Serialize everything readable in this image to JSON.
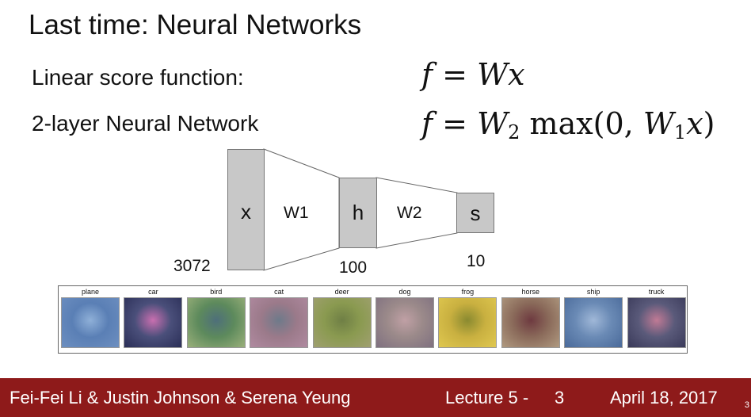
{
  "slide": {
    "title": "Last time: Neural Networks",
    "linear_label": "Linear score function:",
    "two_layer_label": "2-layer Neural Network"
  },
  "formulas": {
    "linear": {
      "lhs": "f",
      "eq": "=",
      "rhs_w": "W",
      "rhs_x": "x"
    },
    "two_layer": {
      "lhs": "f",
      "eq": "=",
      "w2": "W",
      "w2_sub": "2",
      "max": "max(0,",
      "w1": "W",
      "w1_sub": "1",
      "x": "x",
      "close": ")"
    }
  },
  "diagram": {
    "x_label": "x",
    "h_label": "h",
    "s_label": "s",
    "w1_label": "W1",
    "w2_label": "W2",
    "x_dim": "3072",
    "h_dim": "100",
    "s_dim": "10",
    "box_color": "#c8c8c8"
  },
  "templates": [
    {
      "label": "plane",
      "colors": [
        "#5a7fb5",
        "#8fb0d8",
        "#6d8fc0"
      ]
    },
    {
      "label": "car",
      "colors": [
        "#4a4f7a",
        "#c96fb0",
        "#2b2f58"
      ]
    },
    {
      "label": "bird",
      "colors": [
        "#5d8a5c",
        "#4e6f7a",
        "#9ab07a"
      ]
    },
    {
      "label": "cat",
      "colors": [
        "#9b7a8a",
        "#6e7a8a",
        "#b08aa0"
      ]
    },
    {
      "label": "deer",
      "colors": [
        "#8a9a50",
        "#6f7f45",
        "#a0a070"
      ]
    },
    {
      "label": "dog",
      "colors": [
        "#9b8a8a",
        "#c0a0a5",
        "#7f7080"
      ]
    },
    {
      "label": "frog",
      "colors": [
        "#c9b040",
        "#8a8a30",
        "#e0c850"
      ]
    },
    {
      "label": "horse",
      "colors": [
        "#8a6a5a",
        "#6e3a40",
        "#b09a80"
      ]
    },
    {
      "label": "ship",
      "colors": [
        "#6a8ab5",
        "#a0b8d8",
        "#4a6a9a"
      ]
    },
    {
      "label": "truck",
      "colors": [
        "#5a5a7a",
        "#c07a95",
        "#3a3a5a"
      ]
    }
  ],
  "footer": {
    "authors": "Fei-Fei Li & Justin Johnson & Serena Yeung",
    "lecture": "Lecture 5 -",
    "lecture_num": "3",
    "date": "April 18, 2017",
    "page": "3",
    "bg_color": "#8e1a1a"
  }
}
